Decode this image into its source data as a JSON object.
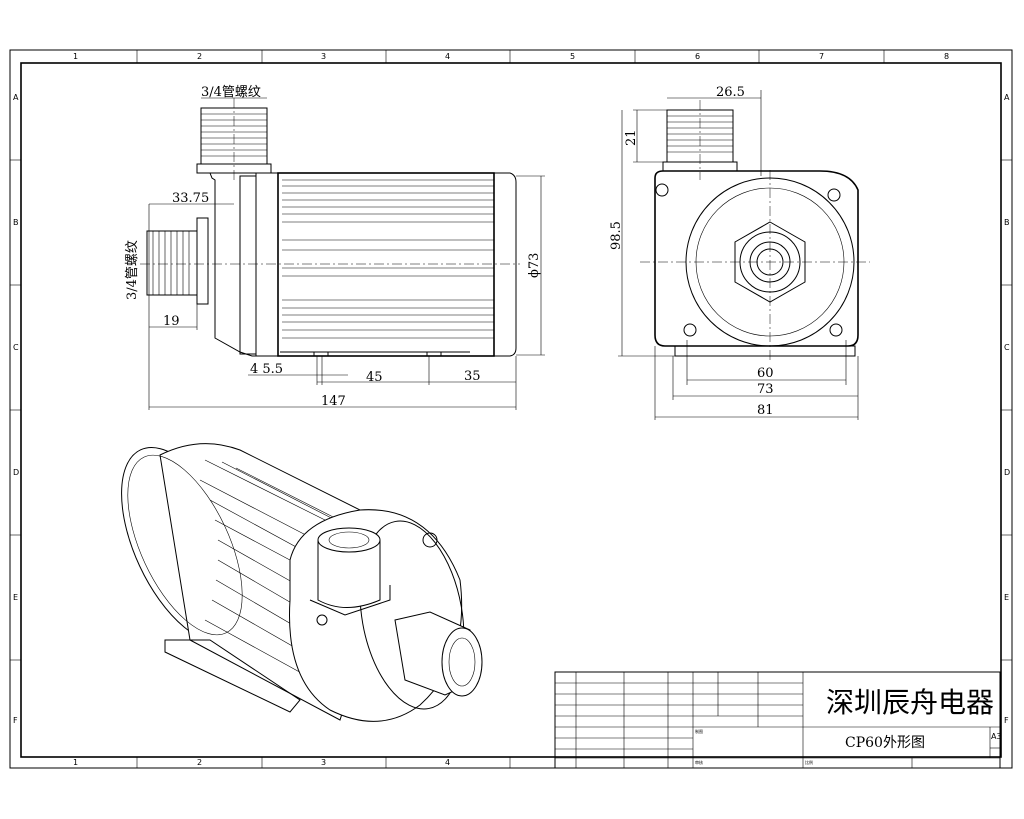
{
  "frame": {
    "columns": [
      "1",
      "2",
      "3",
      "4",
      "5",
      "6",
      "7",
      "8"
    ],
    "rows": [
      "A",
      "B",
      "C",
      "D",
      "E",
      "F"
    ]
  },
  "side_view": {
    "top_thread_label": "3/4管螺纹",
    "left_thread_label": "3/4管螺纹",
    "dim_outlet_offset": "33.75",
    "dim_thread_length": "19",
    "dim_diameter": "ϕ73",
    "dim_foot": "4 5.5",
    "dim_foot_spacing": "45",
    "dim_rear": "35",
    "dim_total_length": "147"
  },
  "front_view": {
    "dim_outlet_width": "26.5",
    "dim_outlet_height": "21",
    "dim_total_height": "98.5",
    "dim_mount_spacing": "60",
    "dim_base_width": "73",
    "dim_total_width": "81"
  },
  "title_block": {
    "company": "深圳辰舟电器",
    "drawing_title": "CP60外形图",
    "sheet_size": "A3",
    "label_drawn": "制图",
    "label_checked": "审核",
    "label_scale": "比例"
  }
}
